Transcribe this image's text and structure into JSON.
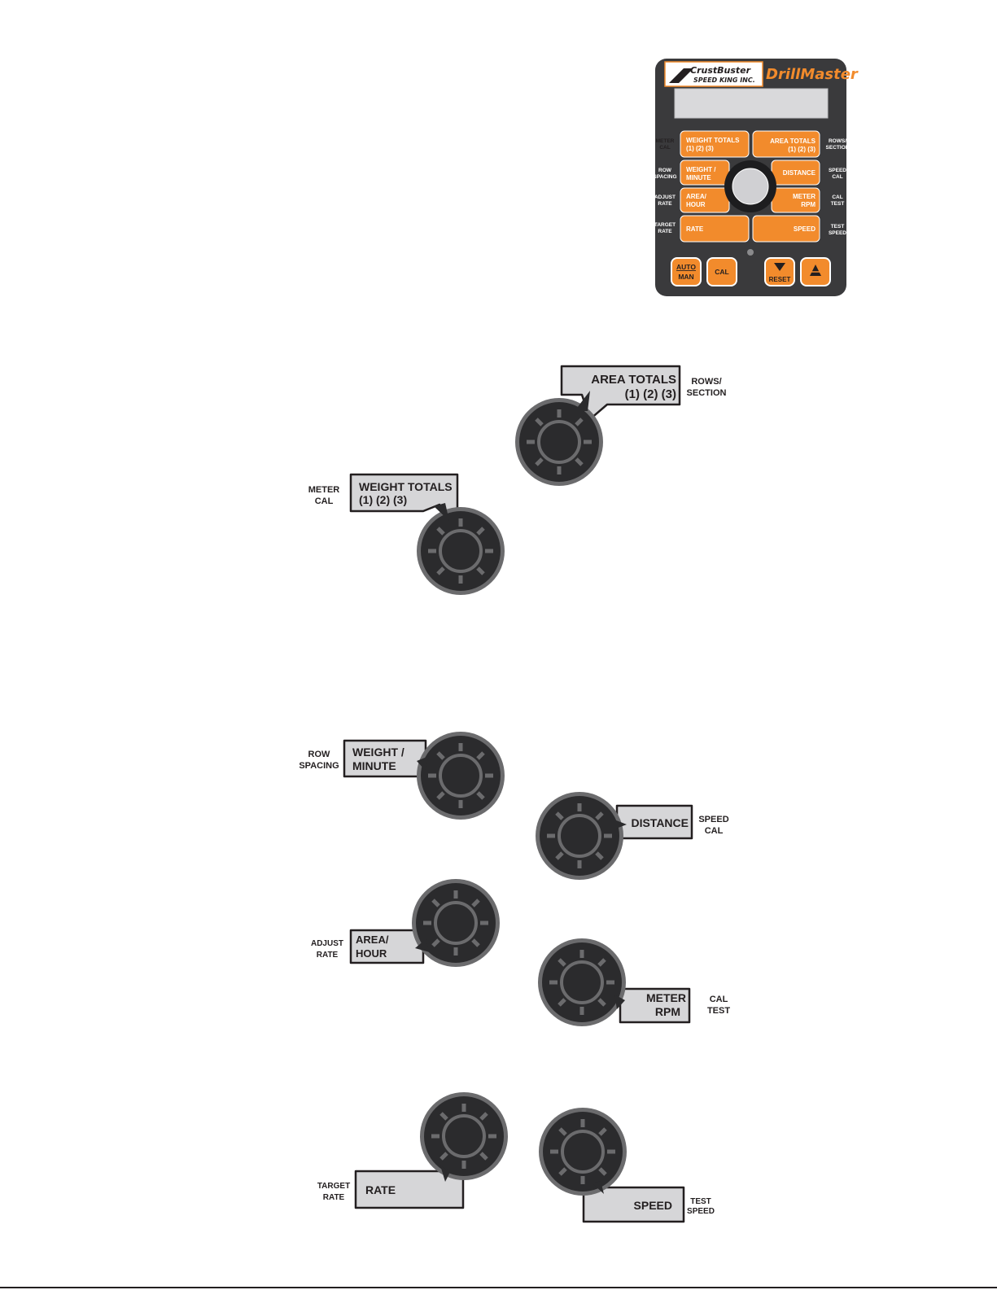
{
  "panel": {
    "brand_top": "CrustBuster",
    "brand_bottom": "SPEED KING INC.",
    "product_name": "DrillMaster",
    "keys": {
      "weight_totals_l1": "WEIGHT TOTALS",
      "weight_totals_l2": "(1) (2) (3)",
      "area_totals_l1": "AREA TOTALS",
      "area_totals_l2": "(1) (2) (3)",
      "weight_minute_l1": "WEIGHT /",
      "weight_minute_l2": "MINUTE",
      "distance": "DISTANCE",
      "area_hour_l1": "AREA/",
      "area_hour_l2": "HOUR",
      "meter_rpm_l1": "METER",
      "meter_rpm_l2": "RPM",
      "rate": "RATE",
      "speed": "SPEED",
      "auto": "AUTO",
      "man": "MAN",
      "cal": "CAL",
      "reset": "RESET"
    },
    "side": {
      "meter_cal_l1": "METER",
      "meter_cal_l2": "CAL",
      "row_spacing_l1": "ROW",
      "row_spacing_l2": "SPACING",
      "adjust_rate_l1": "ADJUST",
      "adjust_rate_l2": "RATE",
      "target_rate_l1": "TARGET",
      "target_rate_l2": "RATE",
      "rows_section_l1": "ROWS/",
      "rows_section_l2": "SECTION",
      "speed_cal_l1": "SPEED",
      "speed_cal_l2": "CAL",
      "cal_test_l1": "CAL",
      "cal_test_l2": "TEST",
      "test_speed_l1": "TEST",
      "test_speed_l2": "SPEED"
    },
    "colors": {
      "panel_bg": "#3a3a3c",
      "key_orange": "#f28b2c",
      "screen": "#d9d9db",
      "knob_dark": "#2b2b2d",
      "button_light": "#d6d6d8"
    }
  },
  "details": {
    "area_totals": {
      "line1": "AREA TOTALS",
      "line2": "(1) (2) (3)",
      "side1": "ROWS/",
      "side2": "SECTION"
    },
    "weight_totals": {
      "line1": "WEIGHT TOTALS",
      "line2": "(1) (2) (3)",
      "side1": "METER",
      "side2": "CAL"
    },
    "weight_minute": {
      "line1": "WEIGHT /",
      "line2": "MINUTE",
      "side1": "ROW",
      "side2": "SPACING"
    },
    "distance": {
      "line1": "DISTANCE",
      "side1": "SPEED",
      "side2": "CAL"
    },
    "area_hour": {
      "line1": "AREA/",
      "line2": "HOUR",
      "side1": "ADJUST",
      "side2": "RATE"
    },
    "meter_rpm": {
      "line1": "METER",
      "line2": "RPM",
      "side1": "CAL",
      "side2": "TEST"
    },
    "rate": {
      "line1": "RATE",
      "side1": "TARGET",
      "side2": "RATE"
    },
    "speed": {
      "line1": "SPEED",
      "side1": "TEST",
      "side2": "SPEED"
    }
  }
}
